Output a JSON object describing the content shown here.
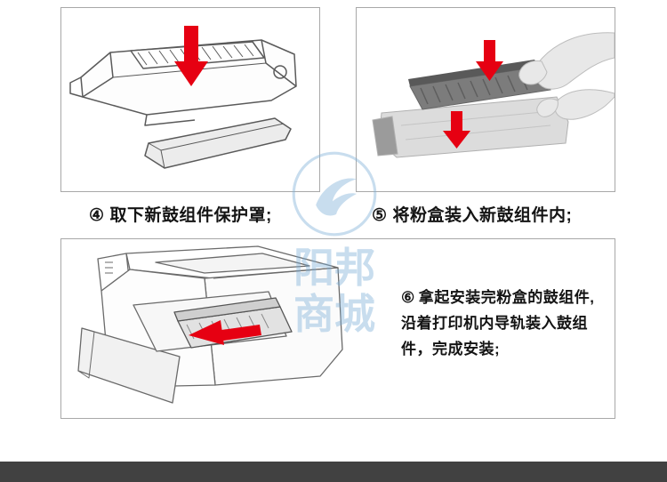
{
  "steps": [
    {
      "id": "step-4",
      "number": "④",
      "text": "取下新鼓组件保护罩;"
    },
    {
      "id": "step-5",
      "number": "⑤",
      "text": "将粉盒装入新鼓组件内;"
    },
    {
      "id": "step-6",
      "number": "⑥",
      "text": "拿起安装完粉盒的鼓组件,沿着打印机内导轨装入鼓组件，完成安装;"
    }
  ],
  "watermark": {
    "text": "阳邦商城"
  },
  "colors": {
    "arrow_red": "#e60012",
    "line_gray": "#5a5a5a",
    "panel_border": "#a8a8a8",
    "footer_bar": "#414141",
    "watermark_blue": "rgba(125,175,215,0.42)"
  }
}
